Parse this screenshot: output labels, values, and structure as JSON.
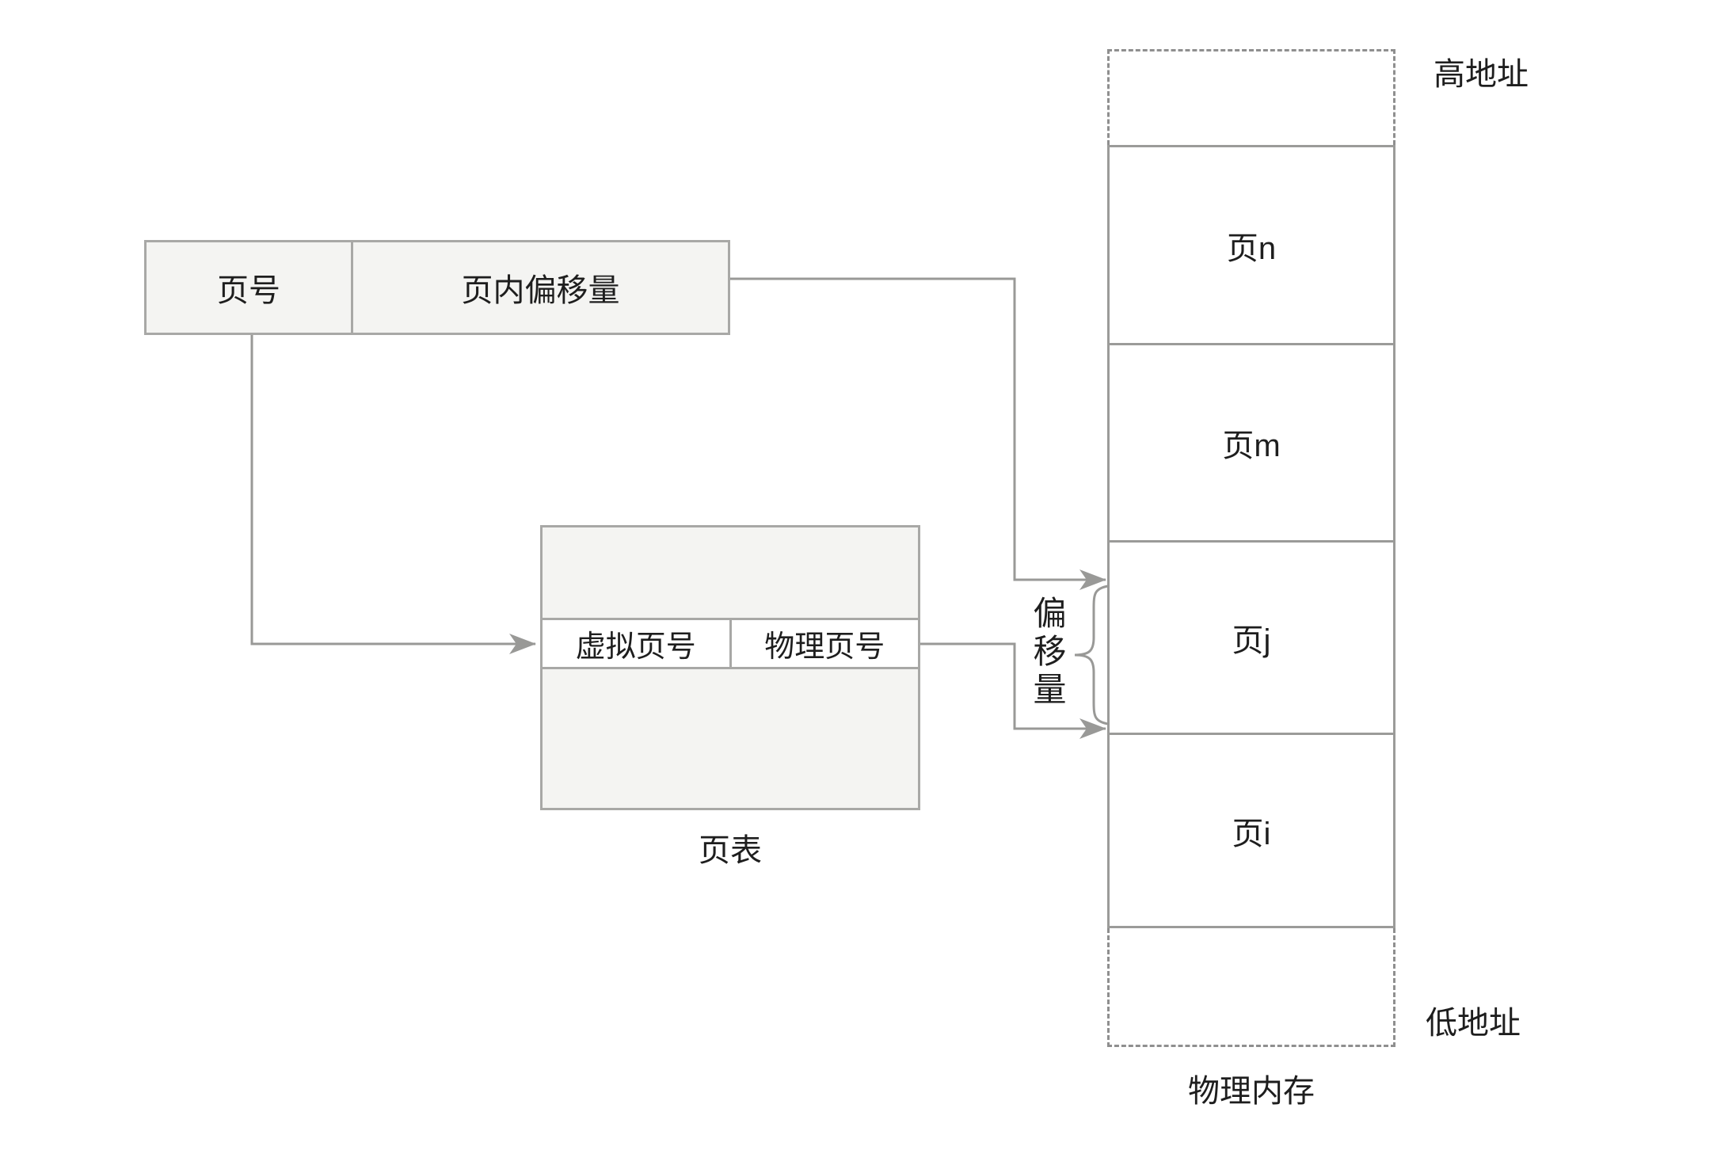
{
  "diagram": {
    "virtual_address": {
      "page_number": "页号",
      "page_offset": "页内偏移量"
    },
    "page_table": {
      "label": "页表",
      "virtual_page": "虚拟页号",
      "physical_page": "物理页号"
    },
    "memory": {
      "label": "物理内存",
      "high_address": "高地址",
      "low_address": "低地址",
      "pages": [
        "页n",
        "页m",
        "页j",
        "页i"
      ]
    },
    "offset_label": "偏移量"
  },
  "colors": {
    "background": "#ffffff",
    "box_fill": "#f4f4f2",
    "box_border": "#a8a8a6",
    "memory_border": "#9b9b99",
    "dashed_border": "#8f8f8f",
    "connector": "#999997",
    "text": "#1e1e1e"
  }
}
